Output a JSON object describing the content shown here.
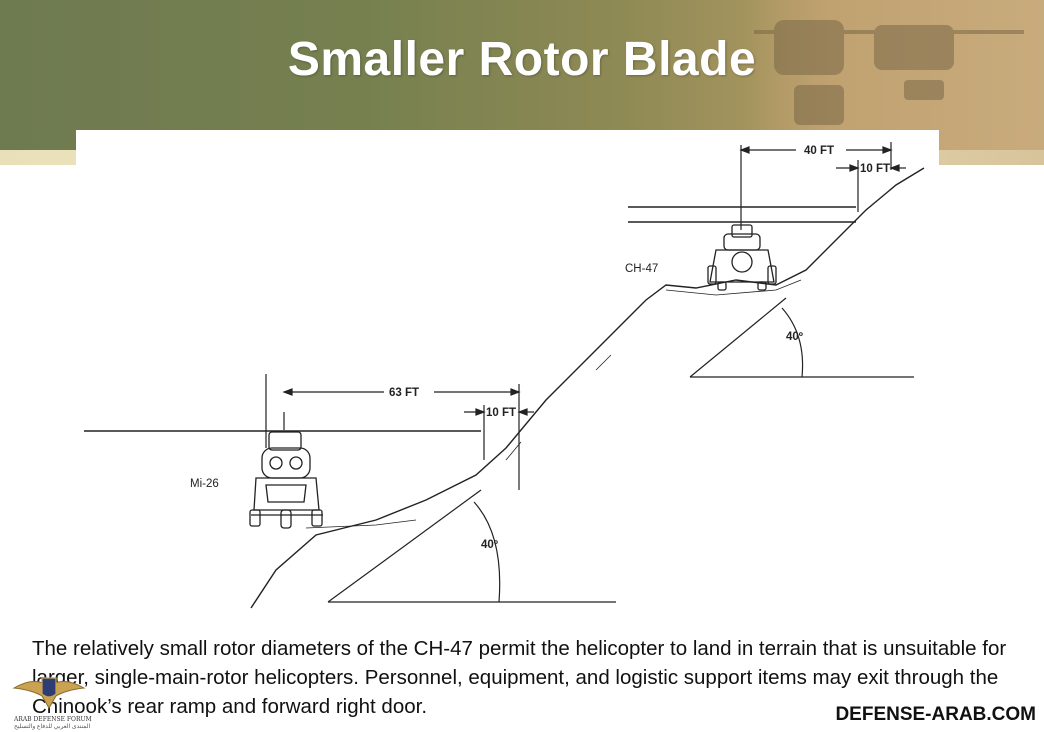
{
  "slide": {
    "title": "Smaller Rotor Blade"
  },
  "diagram": {
    "mi26": {
      "label": "Mi-26",
      "rotor_span_label": "63 FT",
      "clearance_label": "10 FT",
      "slope_angle_label": "40º"
    },
    "ch47": {
      "label": "CH-47",
      "rotor_span_label": "40 FT",
      "clearance_label": "10 FT",
      "slope_angle_label": "40º"
    }
  },
  "caption": {
    "text": "The relatively small rotor diameters of the CH-47 permit the helicopter to land in terrain that is unsuitable for larger, single-main-rotor helicopters.  Personnel, equipment, and logistic support items may exit through the Chinook’s rear ramp and forward right door."
  },
  "watermark": {
    "text": "DEFENSE-ARAB.COM"
  },
  "forum_logo": {
    "line1": "ARAB DEFENSE FORUM",
    "line2": "المنتدى العربي للدفاع والتسليح"
  }
}
